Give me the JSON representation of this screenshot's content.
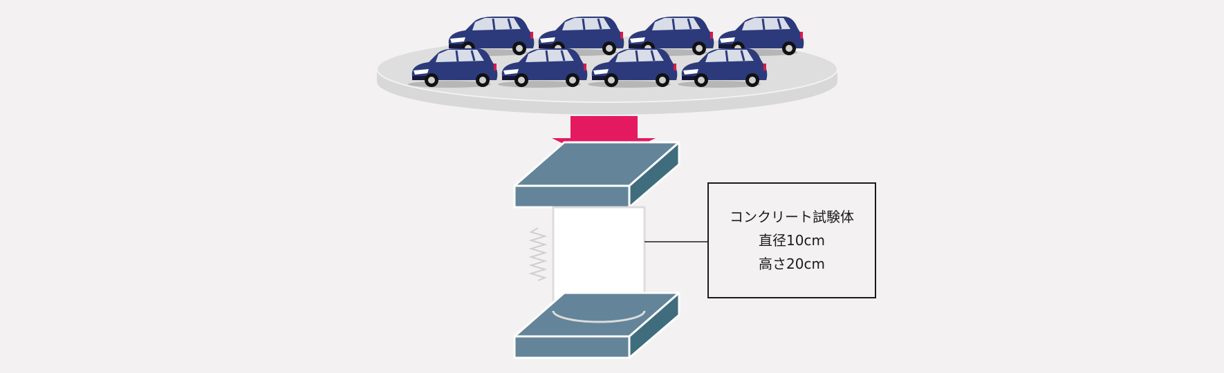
{
  "specimen_label": {
    "lines": [
      "コンクリート試験体",
      "直径10cm",
      "高さ20cm"
    ]
  },
  "colors": {
    "background": "#f3f1f2",
    "platform": "#dcdcdc",
    "car_body": "#2c3a7c",
    "arrow": "#e5195f",
    "press_plate_top": "#648599",
    "press_plate_side": "#3f6d7d",
    "cylinder": "#ffffff"
  },
  "icons": [
    "car-icon",
    "downward-arrow-icon",
    "spring-icon"
  ]
}
